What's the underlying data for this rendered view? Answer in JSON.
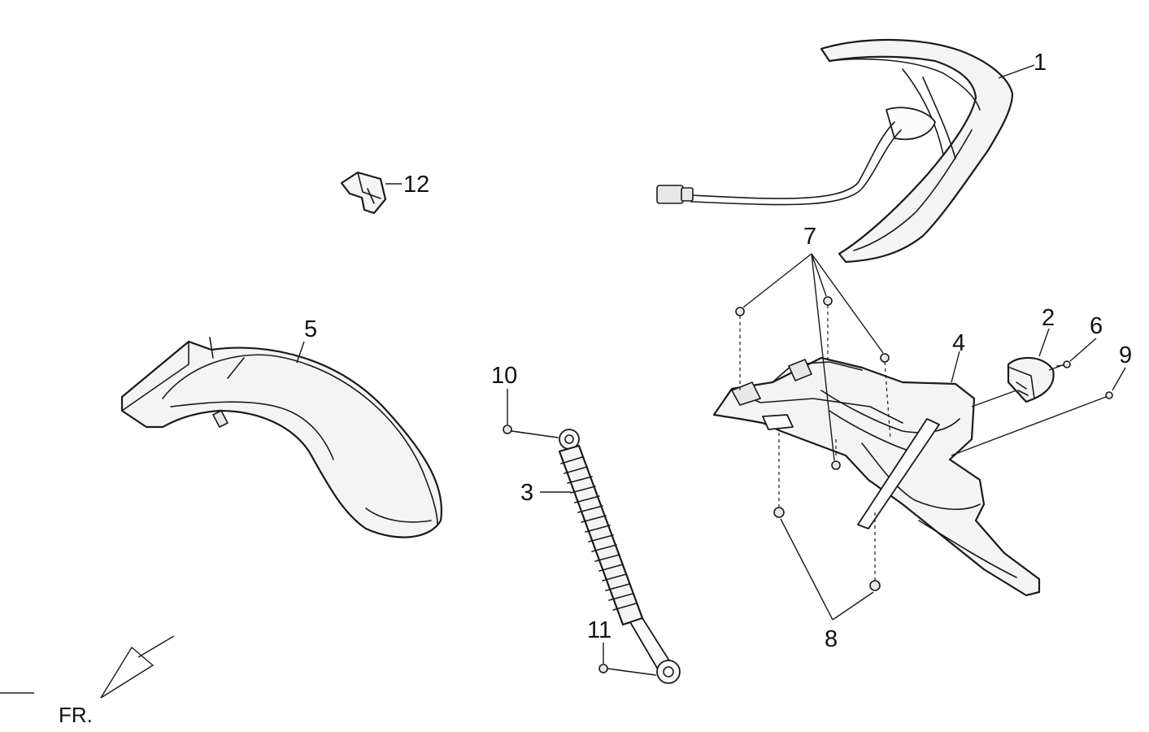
{
  "callouts": {
    "c1": "1",
    "c2": "2",
    "c3": "3",
    "c4": "4",
    "c5": "5",
    "c6": "6",
    "c7": "7",
    "c8": "8",
    "c9": "9",
    "c10": "10",
    "c11": "11",
    "c12": "12"
  },
  "direction": {
    "label": "FR."
  }
}
